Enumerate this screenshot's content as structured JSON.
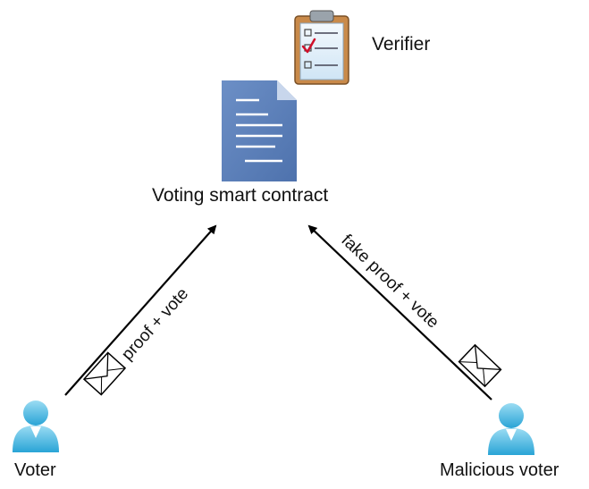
{
  "nodes": {
    "verifier": {
      "label": "Verifier",
      "icon": "clipboard-checklist-icon"
    },
    "contract": {
      "label": "Voting smart contract",
      "icon": "document-icon"
    },
    "voter": {
      "label": "Voter",
      "icon": "user-icon"
    },
    "malicious_voter": {
      "label": "Malicious voter",
      "icon": "user-icon"
    }
  },
  "edges": [
    {
      "from": "Voter",
      "to": "Voting smart contract",
      "label": "proof + vote",
      "icon": "envelope-icon"
    },
    {
      "from": "Malicious voter",
      "to": "Voting smart contract",
      "label": "fake proof + vote",
      "icon": "envelope-icon"
    }
  ],
  "colors": {
    "user_light": "#7fd0ee",
    "user_dark": "#2aa7d8",
    "document": "#5b7fb8",
    "clipboard_board": "#c98a4a",
    "clipboard_paper": "#e4f1fb",
    "check_red": "#d0102a",
    "arrow": "#000000"
  }
}
